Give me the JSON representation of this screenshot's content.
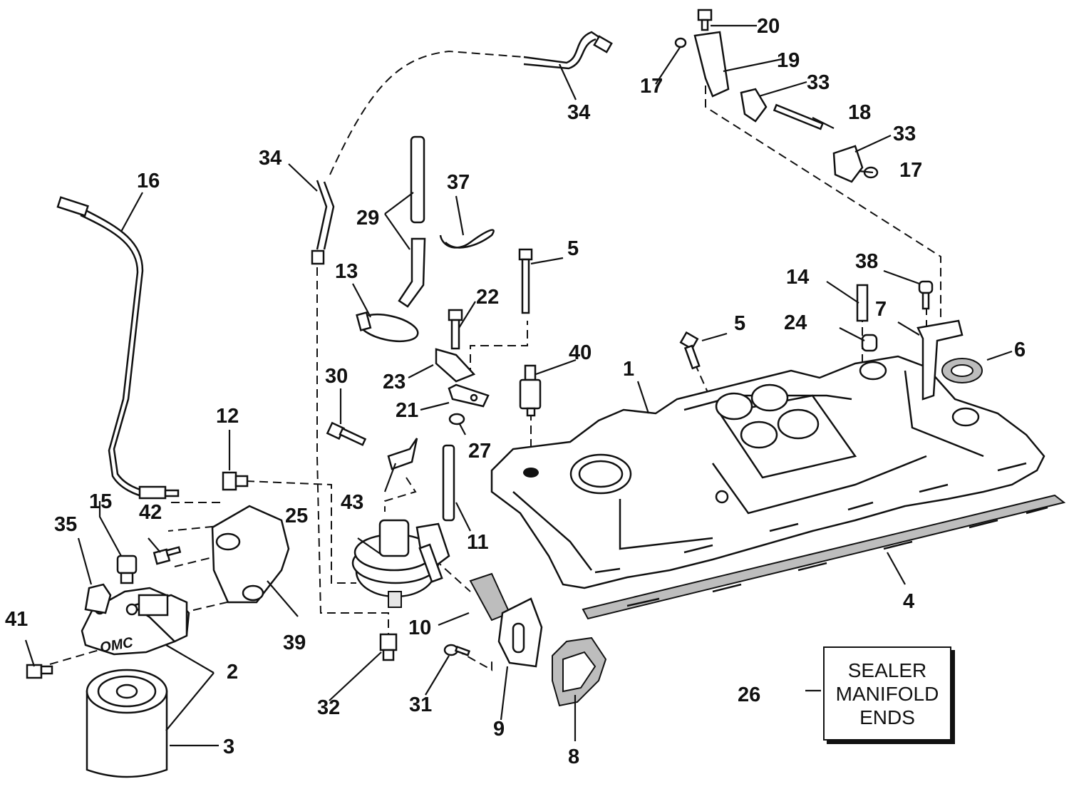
{
  "callouts": {
    "c1": "1",
    "c2": "2",
    "c3": "3",
    "c4": "4",
    "c5a": "5",
    "c5b": "5",
    "c6": "6",
    "c7": "7",
    "c8": "8",
    "c9": "9",
    "c10": "10",
    "c11": "11",
    "c12": "12",
    "c13": "13",
    "c14": "14",
    "c15": "15",
    "c16": "16",
    "c17a": "17",
    "c17b": "17",
    "c18": "18",
    "c19": "19",
    "c20": "20",
    "c21": "21",
    "c22": "22",
    "c23": "23",
    "c24": "24",
    "c25": "25",
    "c26": "26",
    "c27": "27",
    "c29": "29",
    "c30": "30",
    "c31": "31",
    "c32": "32",
    "c33a": "33",
    "c33b": "33",
    "c34a": "34",
    "c34b": "34",
    "c35": "35",
    "c37": "37",
    "c38": "38",
    "c39": "39",
    "c40": "40",
    "c41": "41",
    "c42": "42",
    "c43": "43"
  },
  "filter_base_text": "OMC",
  "note": {
    "line1": "SEALER",
    "line2": "MANIFOLD",
    "line3": "ENDS"
  }
}
